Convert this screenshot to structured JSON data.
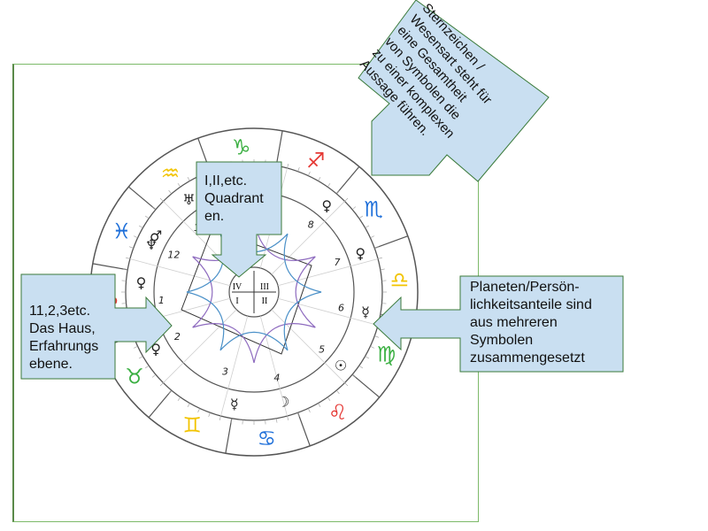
{
  "callouts": {
    "quadrants": {
      "lines": [
        "I,II,etc.",
        "Quadrant",
        "en."
      ]
    },
    "houses": {
      "lines": [
        "11,2,3etc.",
        "Das Haus,",
        "Erfahrungs",
        "ebene."
      ]
    },
    "planets": {
      "lines": [
        "Planeten/Persön-",
        "lichkeitsanteile sind",
        "aus mehreren",
        "Symbolen",
        "zusammengesetzt"
      ]
    },
    "signs": {
      "lines": [
        "Sternzeichen /",
        "Wesensart steht für",
        "eine Gesamtheit",
        "von Symbolen die",
        "zu einer komplexen",
        "Aussage führen."
      ]
    }
  },
  "wheel": {
    "house_numbers": [
      "11",
      "12",
      "1",
      "2",
      "3",
      "4",
      "5",
      "6",
      "7",
      "8"
    ],
    "quadrant_labels": [
      "IV",
      "III",
      "I",
      "II"
    ],
    "zodiac_signs": [
      {
        "glyph": "♑",
        "color": "#3cb043"
      },
      {
        "glyph": "♐",
        "color": "#e53935"
      },
      {
        "glyph": "♏",
        "color": "#1e6fd9"
      },
      {
        "glyph": "♎",
        "color": "#f2c400"
      },
      {
        "glyph": "♍",
        "color": "#3cb043"
      },
      {
        "glyph": "♌",
        "color": "#e53935"
      },
      {
        "glyph": "♋",
        "color": "#1e6fd9"
      },
      {
        "glyph": "♊",
        "color": "#f2c400"
      },
      {
        "glyph": "♉",
        "color": "#3cb043"
      },
      {
        "glyph": "♈",
        "color": "#e53935"
      },
      {
        "glyph": "♓",
        "color": "#1e6fd9"
      },
      {
        "glyph": "♒",
        "color": "#f2c400"
      }
    ],
    "planet_symbols": [
      "♅",
      "♆",
      "♀",
      "♀",
      "☿",
      "☉",
      "☽",
      "☿",
      "♀",
      "♀",
      "♂"
    ]
  },
  "colors": {
    "callout_fill": "#c9dff1",
    "callout_stroke": "#3a7a3a",
    "ring_stroke": "#555555",
    "star_purple": "#8e6bbf",
    "star_blue": "#4a90c8"
  }
}
